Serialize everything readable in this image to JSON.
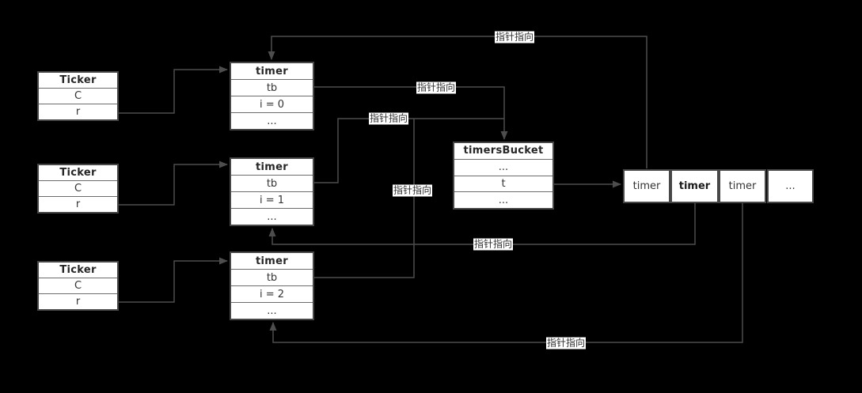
{
  "tickers": [
    {
      "title": "Ticker",
      "rows": [
        "C",
        "r"
      ]
    },
    {
      "title": "Ticker",
      "rows": [
        "C",
        "r"
      ]
    },
    {
      "title": "Ticker",
      "rows": [
        "C",
        "r"
      ]
    }
  ],
  "timers": [
    {
      "title": "timer",
      "rows": [
        "tb",
        "i = 0",
        "..."
      ]
    },
    {
      "title": "timer",
      "rows": [
        "tb",
        "i = 1",
        "..."
      ]
    },
    {
      "title": "timer",
      "rows": [
        "tb",
        "i = 2",
        "..."
      ]
    }
  ],
  "bucket": {
    "title": "timersBucket",
    "rows": [
      "...",
      "t",
      "..."
    ]
  },
  "timer_array": {
    "cells": [
      "timer",
      "timer",
      "timer",
      "..."
    ]
  },
  "edges": [
    {
      "from": "ticker-1.r",
      "to": "timer-1",
      "label": ""
    },
    {
      "from": "ticker-2.r",
      "to": "timer-2",
      "label": ""
    },
    {
      "from": "ticker-3.r",
      "to": "timer-3",
      "label": ""
    },
    {
      "from": "timer-1.tb",
      "to": "timersBucket",
      "label": "指针指向"
    },
    {
      "from": "timer-2.tb",
      "to": "timersBucket",
      "label": "指针指向"
    },
    {
      "from": "timer-3.tb",
      "to": "timersBucket",
      "label": "指针指向"
    },
    {
      "from": "timersBucket.t",
      "to": "timer-array",
      "label": ""
    },
    {
      "from": "timer-array.0",
      "to": "timer-1",
      "label": "指针指向"
    },
    {
      "from": "timer-array.1",
      "to": "timer-2",
      "label": "指针指向"
    },
    {
      "from": "timer-array.2",
      "to": "timer-3",
      "label": "指针指向"
    }
  ],
  "colors": {
    "background": "#000000",
    "box_fill": "#ffffff",
    "box_border": "#474747",
    "line": "#4d4d4d",
    "text": "#333333"
  }
}
